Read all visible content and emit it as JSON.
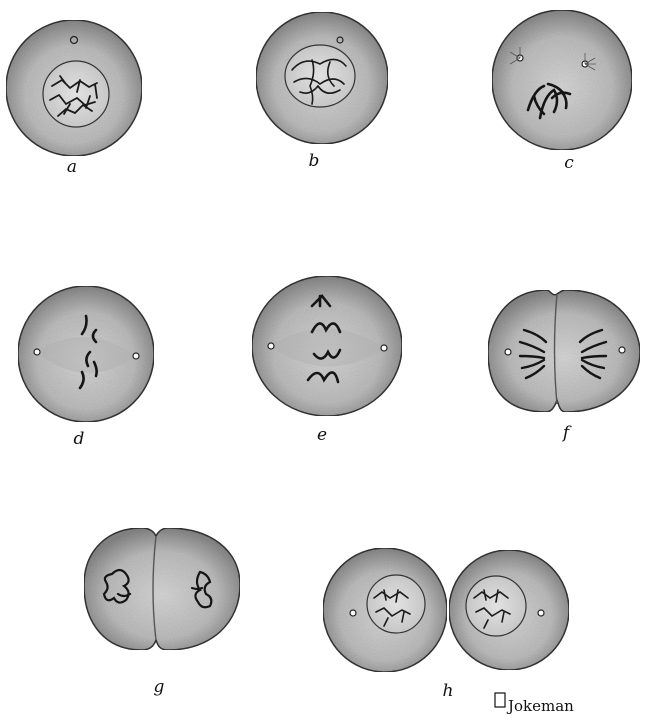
{
  "figure": {
    "panels": [
      {
        "label": "a",
        "stage": "resting nucleus with chromatin network"
      },
      {
        "label": "b",
        "stage": "prophase, chromatin thread"
      },
      {
        "label": "c",
        "stage": "prophase, chromosomes and asters"
      },
      {
        "label": "d",
        "stage": "metaphase, chromosomes on spindle"
      },
      {
        "label": "e",
        "stage": "metaphase, paired chromosomes"
      },
      {
        "label": "f",
        "stage": "anaphase, cell constricting"
      },
      {
        "label": "g",
        "stage": "telophase, two cells"
      },
      {
        "label": "h",
        "stage": "daughter cells with nuclei"
      }
    ],
    "signature": "Jokeman",
    "colors": {
      "ink": "#1a1a1a",
      "cytoplasm": "#c9c9c9",
      "shade": "#7d7d7d",
      "background": "#ffffff"
    }
  }
}
